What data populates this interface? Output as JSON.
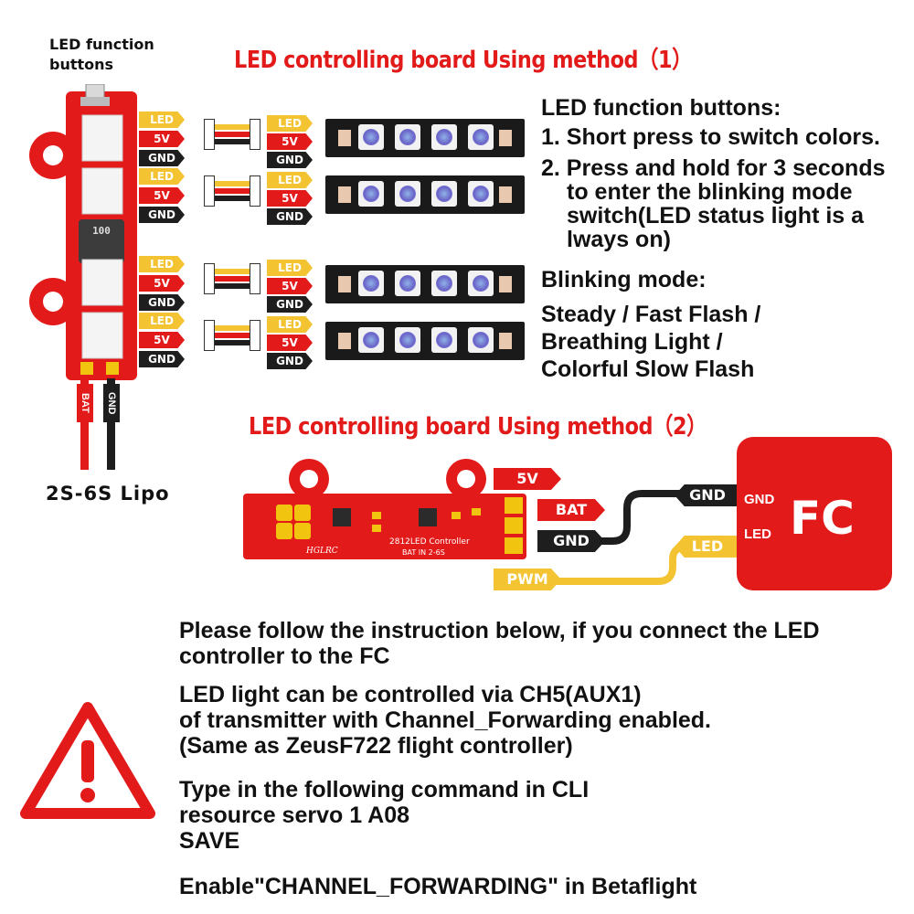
{
  "method1": {
    "title": "LED controlling board Using method（1）"
  },
  "method2": {
    "title": "LED controlling board Using method（2）"
  },
  "board1": {
    "buttons_label": "LED function\nbuttons",
    "inductor": "100",
    "bat_wire": "BAT",
    "gnd_wire": "GND",
    "lipo": "2S-6S Lipo"
  },
  "tags": {
    "led": "LED",
    "v5": "5V",
    "gnd": "GND"
  },
  "instructions1": {
    "heading": "LED function buttons:",
    "item1": "1. Short press to switch colors.",
    "item2_l1": "2. Press and hold for 3 seconds",
    "item2_l2": "to enter the blinking mode",
    "item2_l3": "switch(LED status light is a",
    "item2_l4": "lways on)",
    "blink_heading": "Blinking mode:",
    "blink_l1": "Steady / Fast Flash /",
    "blink_l2": "Breathing Light /",
    "blink_l3": "Colorful Slow Flash"
  },
  "board2": {
    "v5": "5V",
    "bat": "BAT",
    "gnd": "GND",
    "pwm": "PWM",
    "fc_gnd_wire": "GND",
    "fc_led_wire": "LED",
    "silk_title": "2812LED Controller",
    "silk_bat": "BAT IN  2-6S",
    "silk_brand": "HGLRC"
  },
  "fc": {
    "label": "FC",
    "gnd": "GND",
    "led": "LED"
  },
  "notes": {
    "p1_l1": "Please follow the instruction below, if you connect the LED",
    "p1_l2": "controller to the FC",
    "p2_l1": "LED light can be controlled via CH5(AUX1)",
    "p2_l2": "of transmitter with Channel_Forwarding enabled.",
    "p2_l3": "(Same as ZeusF722 flight controller)",
    "p3_l1": "Type in the following command in CLI",
    "p3_l2": "resource servo 1 A08",
    "p3_l3": "SAVE",
    "p4": "Enable\"CHANNEL_FORWARDING\" in Betaflight"
  },
  "colors": {
    "accent_red": "#e31a1a",
    "led_yellow": "#f3c332",
    "wire_black": "#1e1e1e"
  },
  "icons": [
    "warning-triangle-icon"
  ]
}
